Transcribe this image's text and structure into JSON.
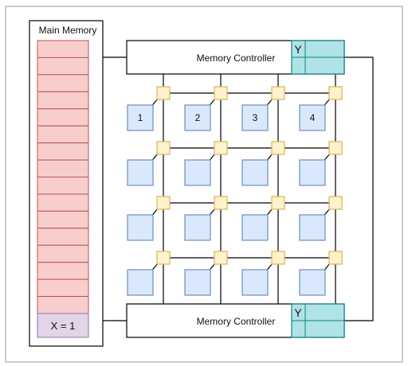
{
  "main_memory": {
    "title": "Main Memory",
    "highlighted_cell_label": "X = 1",
    "row_count": 16,
    "cell_fill": "#f8cecc",
    "cell_stroke": "#b85450",
    "highlight_fill": "#e1d5e7",
    "highlight_stroke": "#9673a6"
  },
  "controllers": {
    "top": {
      "label": "Memory Controller",
      "cache_label": "Y"
    },
    "bottom": {
      "label": "Memory Controller",
      "cache_label": "Y"
    },
    "cache_fill": "#b0e3e6",
    "cache_stroke": "#0e8088"
  },
  "mesh": {
    "rows": 4,
    "cols": 4,
    "core_labels": [
      "1",
      "2",
      "3",
      "4"
    ],
    "core_fill": "#dae8fc",
    "core_stroke": "#6c8ebf",
    "router_fill": "#fff2cc",
    "router_stroke": "#d6b656"
  }
}
